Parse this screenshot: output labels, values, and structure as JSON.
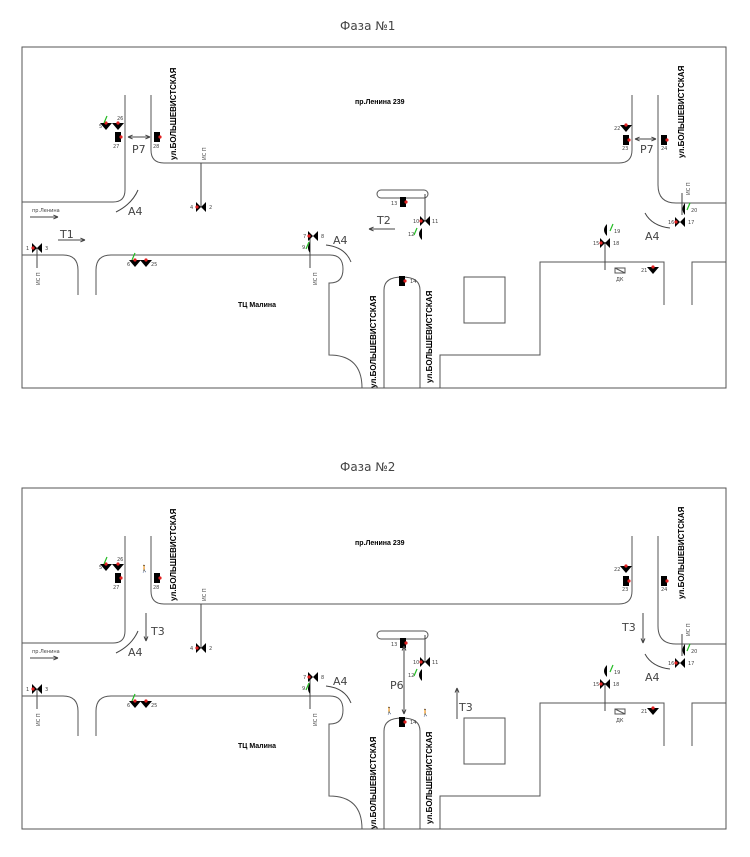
{
  "phases": [
    {
      "title": "Фаза №1",
      "movements": [
        {
          "label": "P7",
          "kind": "ped-h",
          "at": "left"
        },
        {
          "label": "P7",
          "kind": "ped-h",
          "at": "right"
        },
        {
          "label": "A4",
          "kind": "turn",
          "at": "nw"
        },
        {
          "label": "A4",
          "kind": "turn",
          "at": "center"
        },
        {
          "label": "A4",
          "kind": "turn",
          "at": "ne"
        },
        {
          "label": "T1",
          "kind": "east",
          "at": "west"
        },
        {
          "label": "T2",
          "kind": "west",
          "at": "center"
        }
      ],
      "pedestrians": false
    },
    {
      "title": "Фаза №2",
      "movements": [
        {
          "label": "T3",
          "kind": "south",
          "at": "nw"
        },
        {
          "label": "A4",
          "kind": "turn",
          "at": "nw"
        },
        {
          "label": "A4",
          "kind": "turn",
          "at": "center"
        },
        {
          "label": "P6",
          "kind": "ped-v",
          "at": "center"
        },
        {
          "label": "T3",
          "kind": "north",
          "at": "center"
        },
        {
          "label": "T3",
          "kind": "south",
          "at": "ne"
        },
        {
          "label": "A4",
          "kind": "turn",
          "at": "ne"
        }
      ],
      "pedestrians": true
    }
  ],
  "streets": {
    "lenina_239": "пр.Ленина 239",
    "lenina": "пр.Ленина",
    "bolshevistskaya": "ул.БОЛЬШЕВИСТСКАЯ",
    "mall": "ТЦ Малина",
    "is_p": "ИС П",
    "dk": "ДК"
  },
  "signals": [
    "1",
    "2",
    "3",
    "4",
    "5",
    "6",
    "7",
    "8",
    "9",
    "10",
    "11",
    "12",
    "13",
    "14",
    "15",
    "16",
    "17",
    "18",
    "19",
    "20",
    "21",
    "22",
    "23",
    "24",
    "25",
    "26",
    "27",
    "28"
  ],
  "colors": {
    "red": "#e02020",
    "green": "#22bb22",
    "line": "#555555"
  }
}
